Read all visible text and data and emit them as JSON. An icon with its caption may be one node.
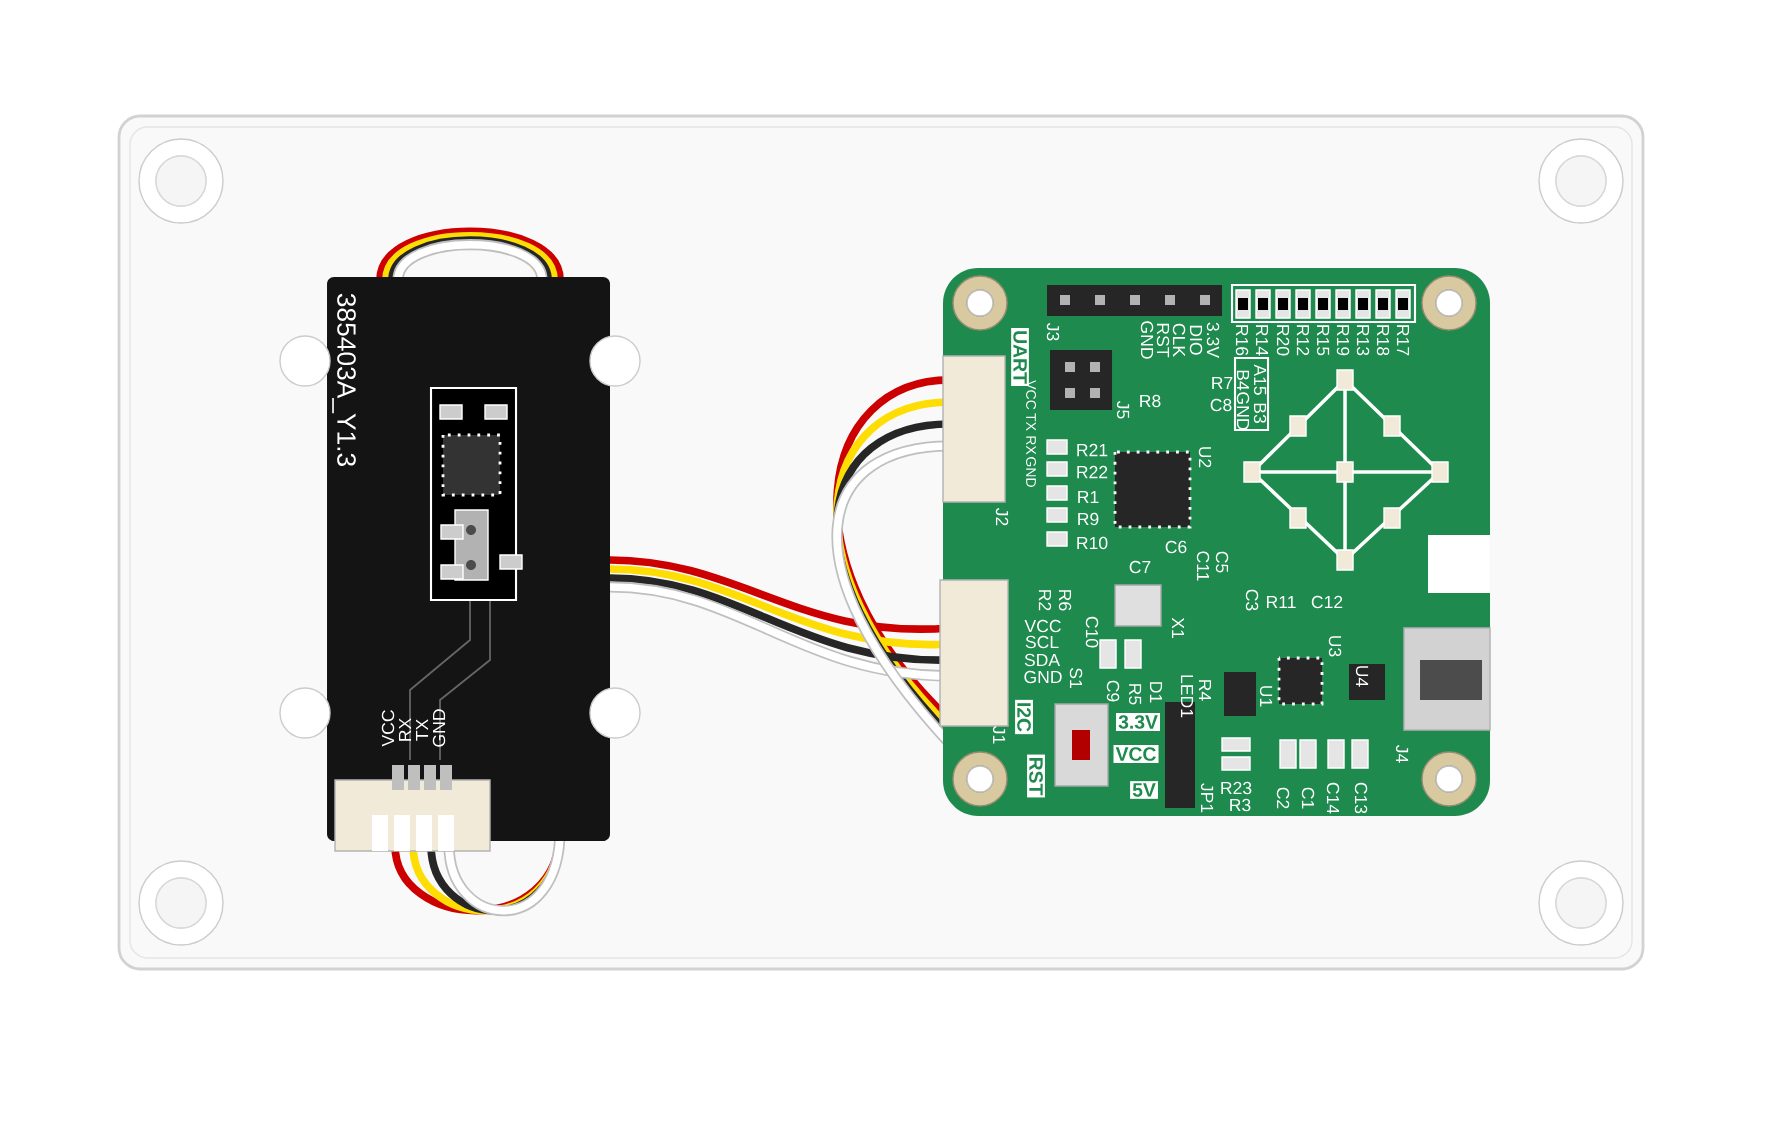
{
  "diagram": {
    "labels": [
      "385403A_Y1.3",
      "VCC",
      "RX",
      "TX",
      "GND",
      "J3",
      "GND",
      "RST",
      "CLK",
      "DIO",
      "3.3V",
      "R16",
      "R14",
      "R20",
      "R12",
      "R15",
      "R19",
      "R13",
      "R18",
      "R17",
      "UART",
      "VCC",
      "TX",
      "RX",
      "GND",
      "J5",
      "R8",
      "R7",
      "C8",
      "A15",
      "B3",
      "B4",
      "GND",
      "R21",
      "R22",
      "R1",
      "R9",
      "R10",
      "U2",
      "J2",
      "C6",
      "C7",
      "C11",
      "C5",
      "R2",
      "R6",
      "C10",
      "X1",
      "C3",
      "R11",
      "C12",
      "VCC",
      "SCL",
      "SDA",
      "GND",
      "S1",
      "U3",
      "U4",
      "C9",
      "R5",
      "D1",
      "LED1",
      "R4",
      "U1",
      "I2C",
      "J1",
      "3.3V",
      "VCC",
      "RST",
      "5V",
      "R23",
      "JP1",
      "R3",
      "C2",
      "C1",
      "C14",
      "C13",
      "J4"
    ]
  }
}
